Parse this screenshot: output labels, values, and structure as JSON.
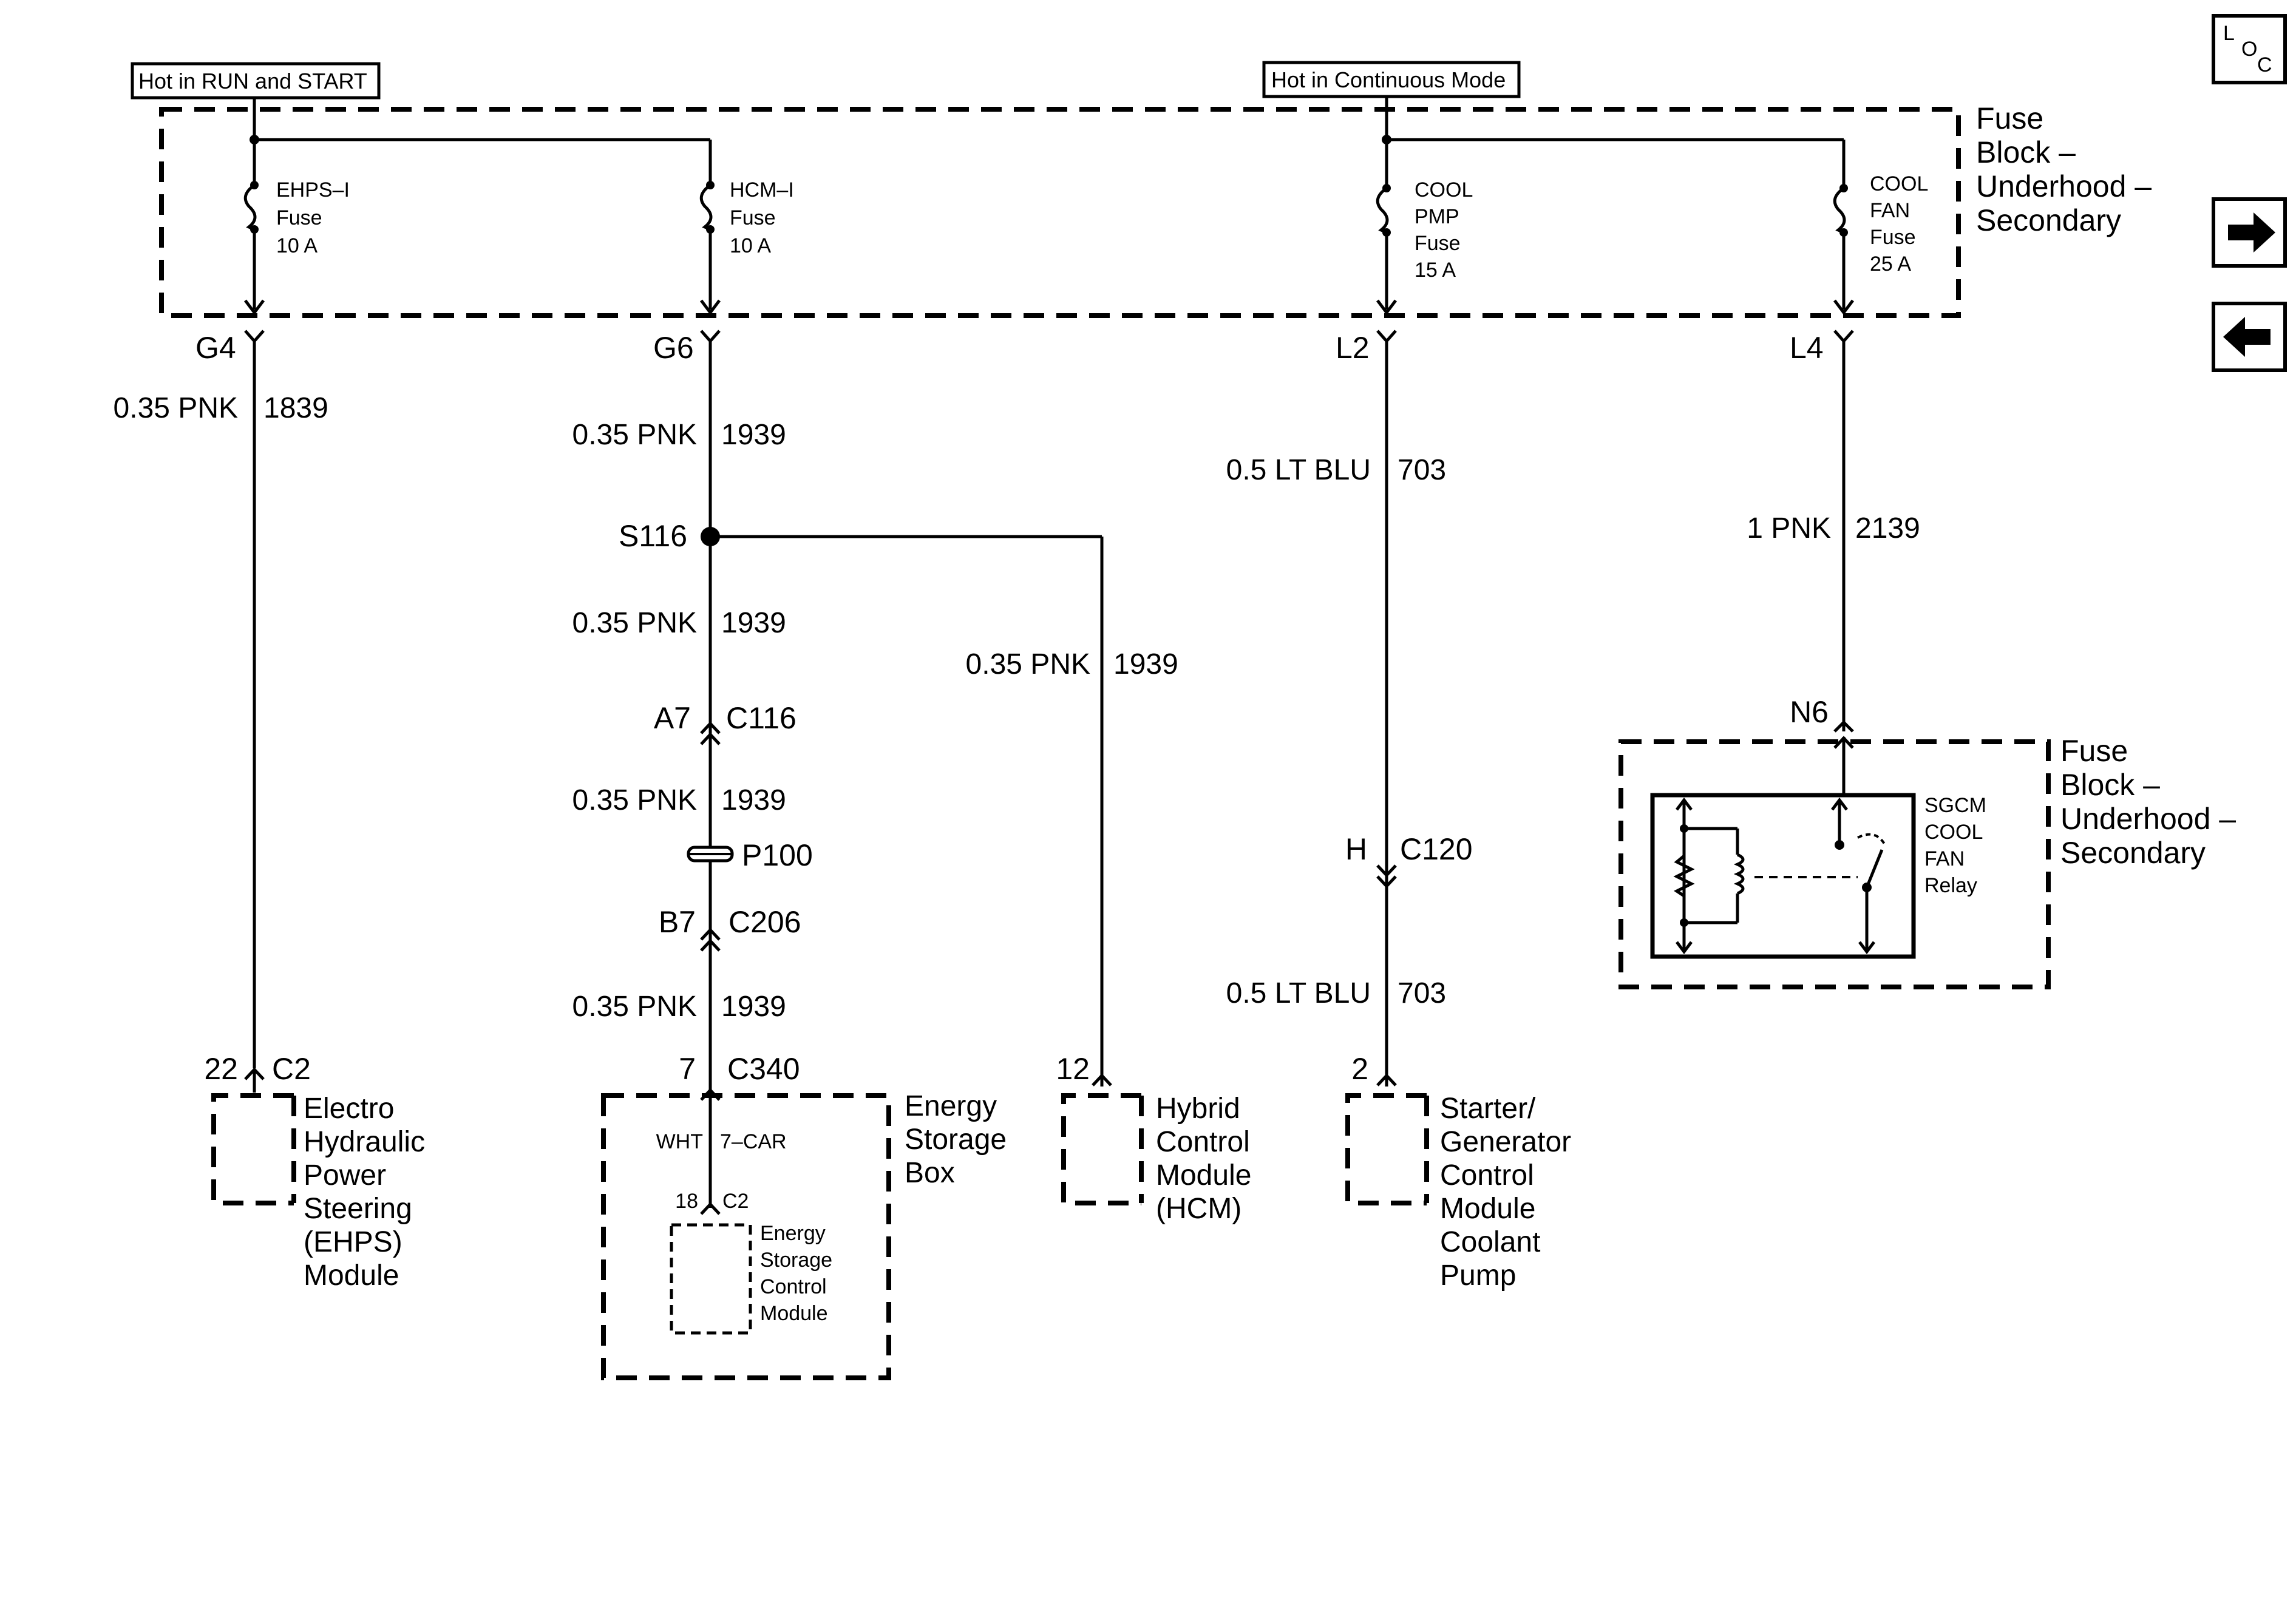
{
  "power_labels": {
    "run_start": "Hot in RUN and START",
    "continuous": "Hot in Continuous Mode"
  },
  "fuse_block_top": [
    "Fuse",
    "Block –",
    "Underhood –",
    "Secondary"
  ],
  "fuses": [
    {
      "lines": [
        "EHPS–I",
        "Fuse",
        "10 A"
      ]
    },
    {
      "lines": [
        "HCM–I",
        "Fuse",
        "10 A"
      ]
    },
    {
      "lines": [
        "COOL",
        "PMP",
        "Fuse",
        "15 A"
      ]
    },
    {
      "lines": [
        "COOL",
        "FAN",
        "Fuse",
        "25 A"
      ]
    }
  ],
  "fuse_terminals": [
    "G4",
    "G6",
    "L2",
    "L4"
  ],
  "circuits": {
    "c1839": {
      "size_color": "0.35 PNK",
      "number": "1839"
    },
    "c1939_a": {
      "size_color": "0.35 PNK",
      "number": "1939"
    },
    "c1939_b": {
      "size_color": "0.35 PNK",
      "number": "1939"
    },
    "c1939_c": {
      "size_color": "0.35 PNK",
      "number": "1939"
    },
    "c1939_d": {
      "size_color": "0.35 PNK",
      "number": "1939"
    },
    "c1939_branch": {
      "size_color": "0.35 PNK",
      "number": "1939"
    },
    "c703_a": {
      "size_color": "0.5 LT BLU",
      "number": "703"
    },
    "c703_b": {
      "size_color": "0.5 LT BLU",
      "number": "703"
    },
    "c2139": {
      "size_color": "1 PNK",
      "number": "2139"
    }
  },
  "splice": "S116",
  "connectors": {
    "c116": {
      "pin": "A7",
      "name": "C116"
    },
    "p100": {
      "name": "P100"
    },
    "c206": {
      "pin": "B7",
      "name": "C206"
    },
    "c120": {
      "pin": "H",
      "name": "C120"
    },
    "ehps": {
      "pin": "22",
      "name": "C2"
    },
    "c340": {
      "pin": "7",
      "name": "C340"
    },
    "hcm": {
      "pin": "12"
    },
    "sgcm_pump": {
      "pin": "2"
    },
    "relay": {
      "pin": "N6"
    },
    "escm": {
      "pin": "18",
      "name": "C2"
    }
  },
  "energy_box_inner": {
    "left": "WHT",
    "right": "7–CAR"
  },
  "components": {
    "ehps": [
      "Electro",
      "Hydraulic",
      "Power",
      "Steering",
      "(EHPS)",
      "Module"
    ],
    "energy_box": [
      "Energy",
      "Storage",
      "Box"
    ],
    "escm": [
      "Energy",
      "Storage",
      "Control",
      "Module"
    ],
    "hcm": [
      "Hybrid",
      "Control",
      "Module",
      "(HCM)"
    ],
    "sgcm_pump": [
      "Starter/",
      "Generator",
      "Control",
      "Module",
      "Coolant",
      "Pump"
    ],
    "relay_block": [
      "Fuse",
      "Block –",
      "Underhood –",
      "Secondary"
    ],
    "relay": [
      "SGCM",
      "COOL",
      "FAN",
      "Relay"
    ]
  },
  "nav": {
    "loc_l": "L",
    "loc_o": "O",
    "loc_c": "C"
  }
}
